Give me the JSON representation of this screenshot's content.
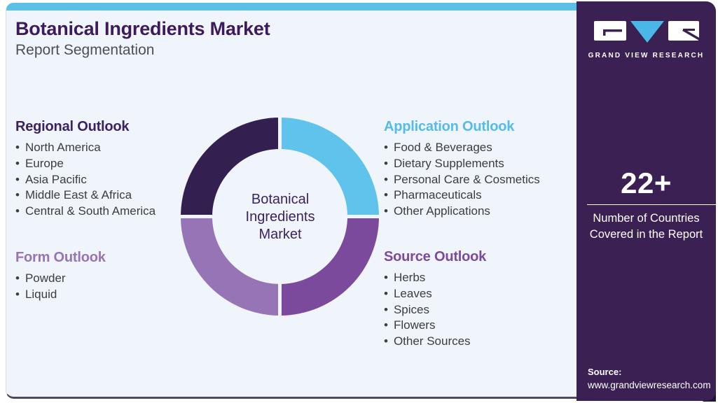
{
  "page": {
    "title": "Botanical Ingredients Market",
    "subtitle": "Report Segmentation"
  },
  "brand": {
    "logo_text": "GRAND VIEW RESEARCH"
  },
  "sections": {
    "regional": {
      "title": "Regional Outlook",
      "items": [
        "North America",
        "Europe",
        "Asia Pacific",
        "Middle East & Africa",
        "Central & South America"
      ]
    },
    "form": {
      "title": "Form Outlook",
      "items": [
        "Powder",
        "Liquid"
      ]
    },
    "application": {
      "title": "Application Outlook",
      "items": [
        "Food & Beverages",
        "Dietary Supplements",
        "Personal Care & Cosmetics",
        "Pharmaceuticals",
        "Other Applications"
      ]
    },
    "source": {
      "title": "Source Outlook",
      "items": [
        "Herbs",
        "Leaves",
        "Spices",
        "Flowers",
        "Other Sources"
      ]
    }
  },
  "sidebar": {
    "stat_value": "22+",
    "stat_caption_lines": [
      "Number of Countries",
      "Covered in the Report"
    ],
    "source_label": "Source:",
    "source_url": "www.grandviewresearch.com"
  },
  "chart_data": {
    "type": "pie",
    "donut": true,
    "title": "Botanical Ingredients Market Report Segmentation",
    "center_label_lines": [
      "Botanical",
      "Ingredients",
      "Market"
    ],
    "start_angle_deg": 0,
    "direction": "clockwise",
    "segments": [
      {
        "label": "Application Outlook",
        "value": 25,
        "color": "#5fc3ec"
      },
      {
        "label": "Source Outlook",
        "value": 25,
        "color": "#7b4a9c"
      },
      {
        "label": "Form Outlook",
        "value": 25,
        "color": "#9674b5"
      },
      {
        "label": "Regional Outlook",
        "value": 25,
        "color": "#332051"
      }
    ]
  },
  "colors": {
    "topbar": "#5bc0e8",
    "sidebar_bg": "#3b2153",
    "card_bg": "#eff5fa",
    "title": "#3d1a5b",
    "subtitle": "#4f4d58",
    "regional_header": "#3b2260",
    "form_header": "#9674b5",
    "application_header": "#55bce8",
    "source_header": "#7b4a9c",
    "logo_triangle": "#49b8e8",
    "stat_text": "#ffffff"
  }
}
